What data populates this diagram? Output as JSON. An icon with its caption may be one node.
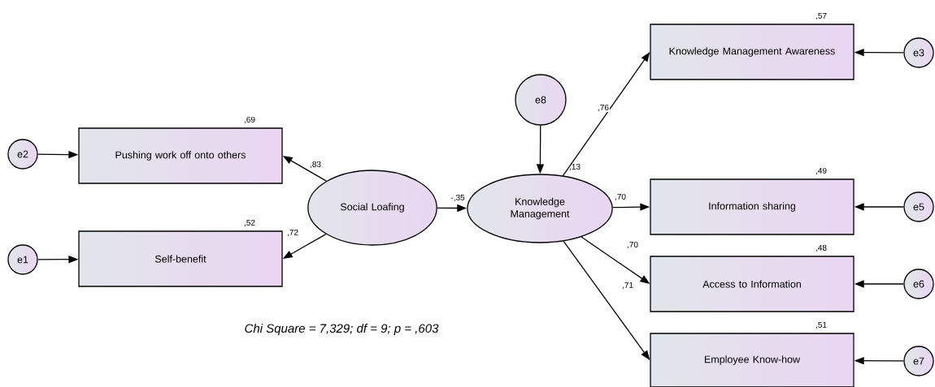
{
  "diagram": {
    "nodes": [
      {
        "text": [
          "e2"
        ]
      },
      {
        "text": [
          "Pushing work off onto others"
        ],
        "beside": [
          ",69"
        ]
      },
      {
        "text": [
          "e1"
        ]
      },
      {
        "text": [
          "Self-benefit"
        ],
        "beside": [
          ",52"
        ]
      },
      {
        "text": [
          "Social Loafing"
        ]
      },
      {
        "text": [
          "e8"
        ]
      },
      {
        "text": [
          "Knowledge Management"
        ],
        "beside": [
          ",13"
        ]
      },
      {
        "text": [
          "Knowledge Management Awareness"
        ],
        "beside": [
          ",57"
        ]
      },
      {
        "text": [
          "e3"
        ]
      },
      {
        "text": [
          "Information sharing"
        ],
        "beside": [
          ",49"
        ]
      },
      {
        "text": [
          "e5"
        ]
      },
      {
        "text": [
          "Access to Information"
        ],
        "beside": [
          ",48"
        ]
      },
      {
        "text": [
          "e6"
        ]
      },
      {
        "text": [
          "Employee Know-how"
        ],
        "beside": [
          ",51"
        ]
      },
      {
        "text": [
          "e7"
        ]
      }
    ],
    "edges": [
      {
        "from": 0,
        "to": 1,
        "arrow": "to"
      },
      {
        "from": 2,
        "to": 3,
        "arrow": "to"
      },
      {
        "from": 4,
        "to": 1,
        "arrow": "to",
        "label": ",83"
      },
      {
        "from": 4,
        "to": 3,
        "arrow": "to",
        "label": ",72"
      },
      {
        "from": 4,
        "to": 6,
        "arrow": "to",
        "label": "-,35"
      },
      {
        "from": 5,
        "to": 6,
        "arrow": "to"
      },
      {
        "from": 6,
        "to": 7,
        "arrow": "to",
        "label": ",76"
      },
      {
        "from": 6,
        "to": 9,
        "arrow": "to",
        "label": ",70"
      },
      {
        "from": 6,
        "to": 11,
        "arrow": "to",
        "label": ",70"
      },
      {
        "from": 6,
        "to": 13,
        "arrow": "to",
        "label": ",71"
      },
      {
        "from": 8,
        "to": 7,
        "arrow": "to"
      },
      {
        "from": 10,
        "to": 9,
        "arrow": "to"
      },
      {
        "from": 12,
        "to": 11,
        "arrow": "to"
      },
      {
        "from": 14,
        "to": 13,
        "arrow": "to"
      }
    ],
    "labels": [
      "Chi Square =  7,329;   df = 9;   p = ,603"
    ]
  }
}
